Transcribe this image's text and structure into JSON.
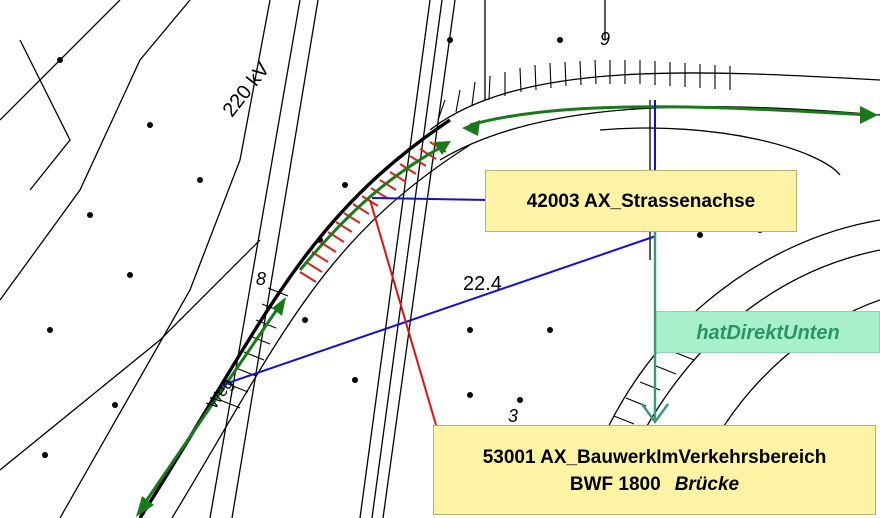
{
  "map": {
    "text_labels": {
      "power_line": "220 kV",
      "elevation": "22.4",
      "number_top": "9",
      "number_small": "3",
      "number_left": "8",
      "road_text": "Weg"
    }
  },
  "callouts": {
    "strassenachse": {
      "label": "42003 AX_Strassenachse",
      "fill": "#fcf4a4"
    },
    "bauwerk": {
      "line1": "53001 AX_BauwerkImVerkehrsbereich",
      "line2_code": "BWF 1800",
      "line2_type": "Brücke",
      "fill": "#fcf4a4"
    },
    "relation": {
      "label": "hatDirektUnten",
      "fill": "#a8f0cc",
      "text_color": "#2a9468"
    }
  },
  "colors": {
    "axis_arrows": "#1a7a1a",
    "bridge_hatch": "#e02020",
    "link_blue": "#1010d8",
    "link_red": "#e01010",
    "relation_arrow": "#3a9a78"
  }
}
